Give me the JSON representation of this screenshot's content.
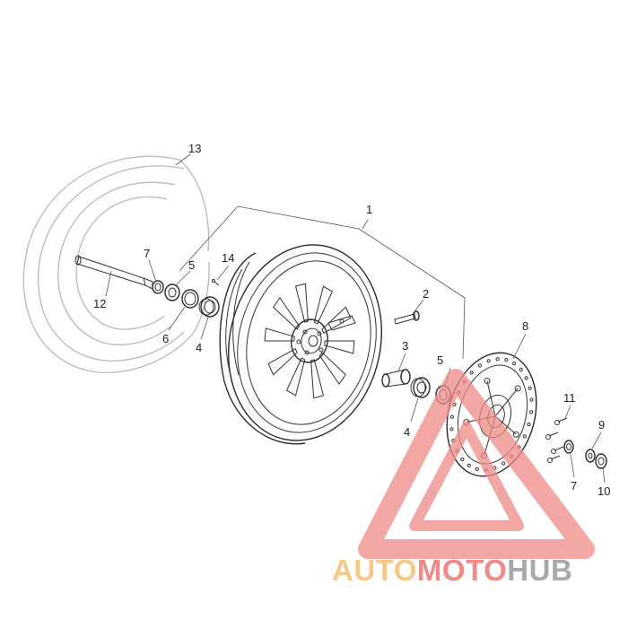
{
  "diagram": {
    "callouts": [
      {
        "id": "callout-1",
        "text": "1"
      },
      {
        "id": "callout-2",
        "text": "2"
      },
      {
        "id": "callout-3",
        "text": "3"
      },
      {
        "id": "callout-4-left",
        "text": "4"
      },
      {
        "id": "callout-4-right",
        "text": "4"
      },
      {
        "id": "callout-5-left",
        "text": "5"
      },
      {
        "id": "callout-5-right",
        "text": "5"
      },
      {
        "id": "callout-6",
        "text": "6"
      },
      {
        "id": "callout-7-left",
        "text": "7"
      },
      {
        "id": "callout-7-right",
        "text": "7"
      },
      {
        "id": "callout-8",
        "text": "8"
      },
      {
        "id": "callout-9",
        "text": "9"
      },
      {
        "id": "callout-10",
        "text": "10"
      },
      {
        "id": "callout-11",
        "text": "11"
      },
      {
        "id": "callout-12",
        "text": "12"
      },
      {
        "id": "callout-13",
        "text": "13"
      },
      {
        "id": "callout-14",
        "text": "14"
      }
    ]
  },
  "watermark": {
    "parts": [
      {
        "text": "AUTO",
        "color": "#f5c98a"
      },
      {
        "text": "MOTO",
        "color": "#f08a86"
      },
      {
        "text": "HUB",
        "color": "#a9a9a9"
      }
    ],
    "triangle_color": "#f08a86"
  }
}
